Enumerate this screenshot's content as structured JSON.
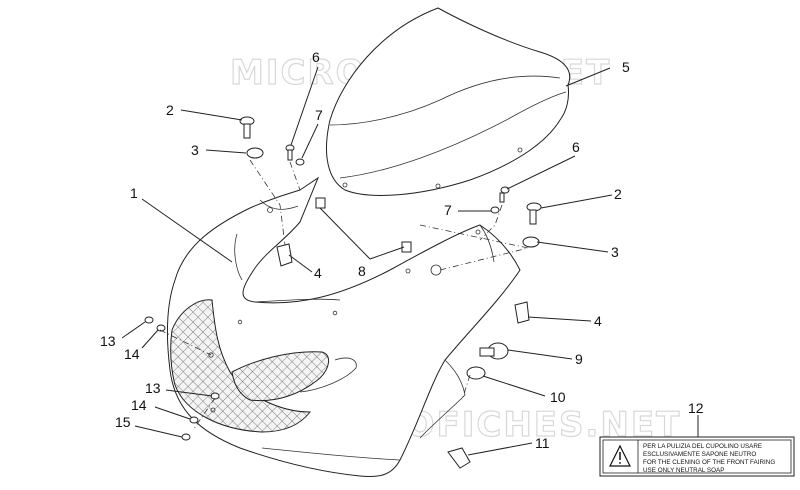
{
  "watermark": "MICROFICHES.NET",
  "callouts": {
    "c1": "1",
    "c2a": "2",
    "c2b": "2",
    "c3a": "3",
    "c3b": "3",
    "c4a": "4",
    "c4b": "4",
    "c5": "5",
    "c6a": "6",
    "c6b": "6",
    "c7a": "7",
    "c7b": "7",
    "c8": "8",
    "c9": "9",
    "c10": "10",
    "c11": "11",
    "c12": "12",
    "c13a": "13",
    "c13b": "13",
    "c14a": "14",
    "c14b": "14",
    "c15": "15"
  },
  "warning_label": {
    "line1": "PER LA PULIZIA DEL CUPOLINO USARE",
    "line2": "ESCLUSIVAMENTE SAPONE NEUTRO",
    "line3": "FOR THE CLENING OF THE FRONT FAIRING",
    "line4": "USE ONLY NEUTRAL SOAP",
    "icon": "warning-triangle-icon"
  }
}
